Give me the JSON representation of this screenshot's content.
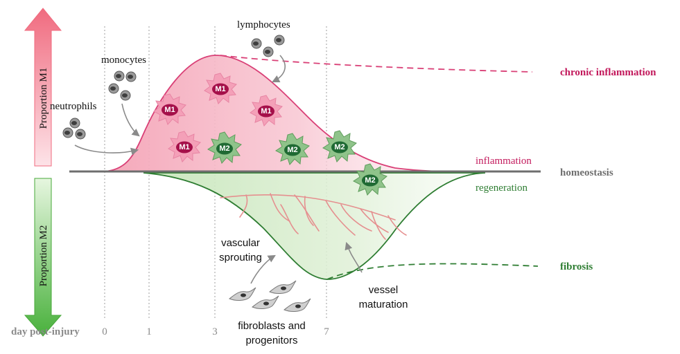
{
  "axis": {
    "y_top_label": "Proportion M1",
    "y_bottom_label": "Proportion M2",
    "x_title": "day post-injury",
    "ticks": [
      "0",
      "1",
      "3",
      "7"
    ]
  },
  "cells": {
    "neutrophils": "neutrophils",
    "monocytes": "monocytes",
    "lymphocytes": "lymphocytes",
    "fibroblasts": "fibroblasts and\nprogenitors",
    "m1_tag": "M1",
    "m2_tag": "M2"
  },
  "annotations": {
    "vascular_sprouting": "vascular\nsprouting",
    "vessel_maturation": "vessel\nmaturation"
  },
  "outcomes": {
    "chronic_inflammation": "chronic inflammation",
    "inflammation": "inflammation",
    "homeostasis": "homeostasis",
    "regeneration": "regeneration",
    "fibrosis": "fibrosis"
  },
  "colors": {
    "m1_magenta": "#c2185b",
    "m1_fill": "#f7b6c6",
    "m2_green": "#2e7d32",
    "m2_fill": "#cfe9c4",
    "baseline_gray": "#6e6e6e",
    "vessel_pink": "#e58f8f"
  },
  "icons": [
    "neutrophil-icon",
    "monocyte-icon",
    "lymphocyte-icon",
    "fibroblast-icon",
    "m1-macrophage-icon",
    "m2-macrophage-icon",
    "up-arrow-icon",
    "down-arrow-icon"
  ]
}
